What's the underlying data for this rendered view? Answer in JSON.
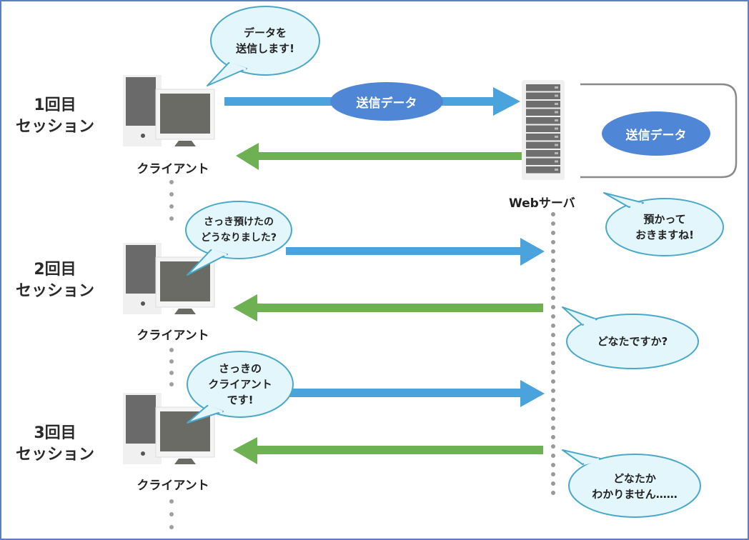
{
  "colors": {
    "frame_border": "#5b7fbf",
    "request_arrow": "#4aa3dd",
    "response_arrow": "#6db152",
    "data_pill": "#4f86d6",
    "bubble_fill": "#e3f6fb",
    "bubble_stroke": "#4aa8c8",
    "dotted_line": "#9a9a9a"
  },
  "sessions": [
    {
      "label_line1": "1回目",
      "label_line2": "セッション",
      "client_label": "クライアント",
      "client_bubble": [
        "データを",
        "送信します!"
      ],
      "request_payload": "送信データ",
      "server_bubble": [
        "預かって",
        "おきますね!"
      ]
    },
    {
      "label_line1": "2回目",
      "label_line2": "セッション",
      "client_label": "クライアント",
      "client_bubble": [
        "さっき預けたの",
        "どうなりました?"
      ],
      "server_bubble": [
        "どなたですか?"
      ]
    },
    {
      "label_line1": "3回目",
      "label_line2": "セッション",
      "client_label": "クライアント",
      "client_bubble": [
        "さっきの",
        "クライアント",
        "です!"
      ],
      "server_bubble": [
        "どなたか",
        "わかりません……"
      ]
    }
  ],
  "server": {
    "label": "Webサーバ",
    "stored_data": "送信データ"
  },
  "icons": {
    "client": "desktop-computer-icon",
    "server": "server-rack-icon"
  }
}
